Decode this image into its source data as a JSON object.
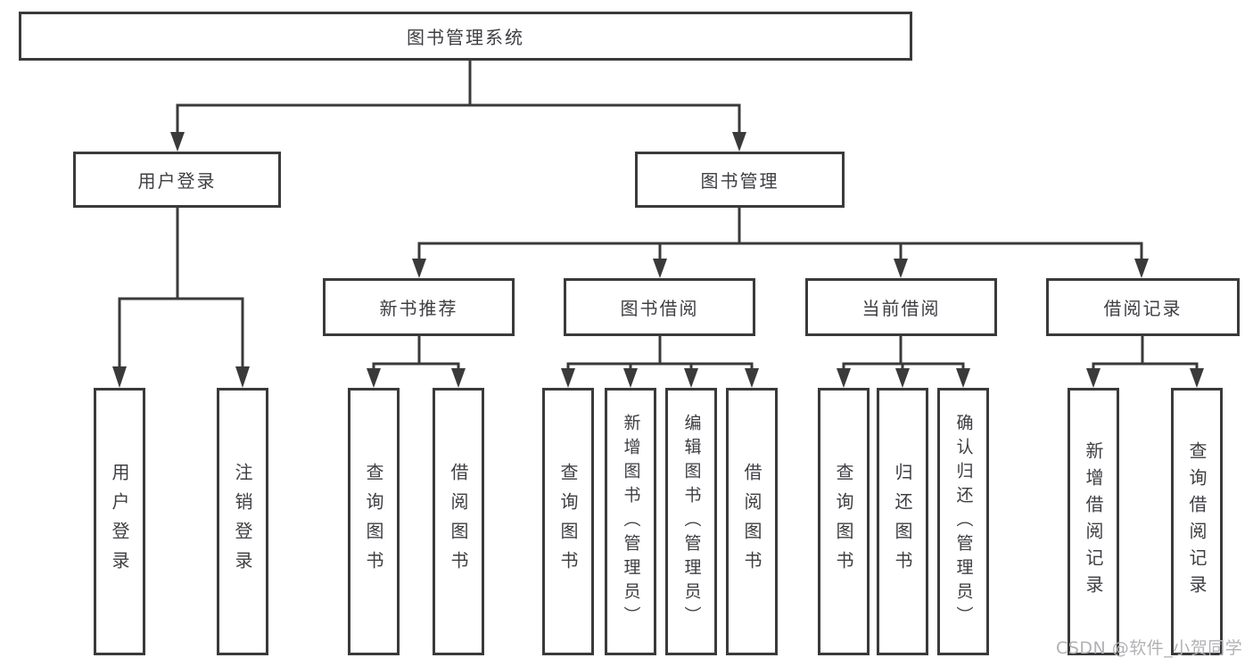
{
  "title": "图书管理系统",
  "tree": {
    "label": "图书管理系统",
    "children": [
      {
        "label": "用户登录",
        "children": [
          {
            "label": "用户登录"
          },
          {
            "label": "注销登录"
          }
        ]
      },
      {
        "label": "图书管理",
        "children": [
          {
            "label": "新书推荐",
            "children": [
              {
                "label": "查询图书"
              },
              {
                "label": "借阅图书"
              }
            ]
          },
          {
            "label": "图书借阅",
            "children": [
              {
                "label": "查询图书"
              },
              {
                "label": "新增图书（管理员）"
              },
              {
                "label": "编辑图书（管理员）"
              },
              {
                "label": "借阅图书"
              }
            ]
          },
          {
            "label": "当前借阅",
            "children": [
              {
                "label": "查询图书"
              },
              {
                "label": "归还图书"
              },
              {
                "label": "确认归还（管理员）"
              }
            ]
          },
          {
            "label": "借阅记录",
            "children": [
              {
                "label": "新增借阅记录"
              },
              {
                "label": "查询借阅记录"
              }
            ]
          }
        ]
      }
    ]
  },
  "watermark": {
    "text": "CSDN @软件_小贺同学"
  },
  "colors": {
    "line": "#3a3a3a",
    "text": "#3e3e43",
    "watermark": "#b2b2b6",
    "background": "#ffffff"
  }
}
